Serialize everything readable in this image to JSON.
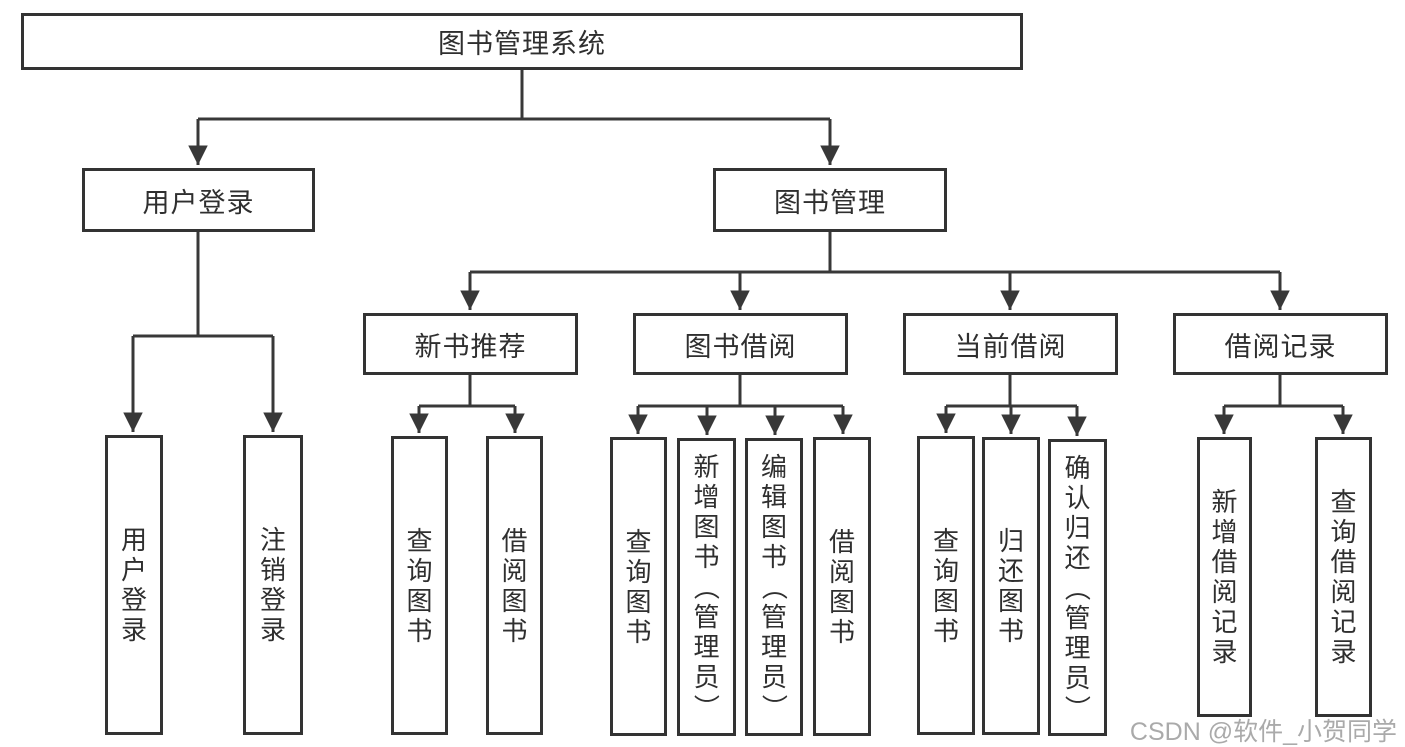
{
  "tree": {
    "root": "图书管理系统",
    "children": [
      {
        "label": "用户登录",
        "children": [
          "用户登录",
          "注销登录"
        ]
      },
      {
        "label": "图书管理",
        "children": [
          {
            "label": "新书推荐",
            "children": [
              "查询图书",
              "借阅图书"
            ]
          },
          {
            "label": "图书借阅",
            "children": [
              "查询图书",
              "新增图书（管理员）",
              "编辑图书（管理员）",
              "借阅图书"
            ]
          },
          {
            "label": "当前借阅",
            "children": [
              "查询图书",
              "归还图书",
              "确认归还（管理员）"
            ]
          },
          {
            "label": "借阅记录",
            "children": [
              "新增借阅记录",
              "查询借阅记录"
            ]
          }
        ]
      }
    ]
  },
  "watermark": "CSDN @软件_小贺同学",
  "colors": {
    "line": "#383838",
    "border": "#333333",
    "text": "#2f2f2f",
    "watermark": "#9e9e9e",
    "background": "#ffffff"
  }
}
